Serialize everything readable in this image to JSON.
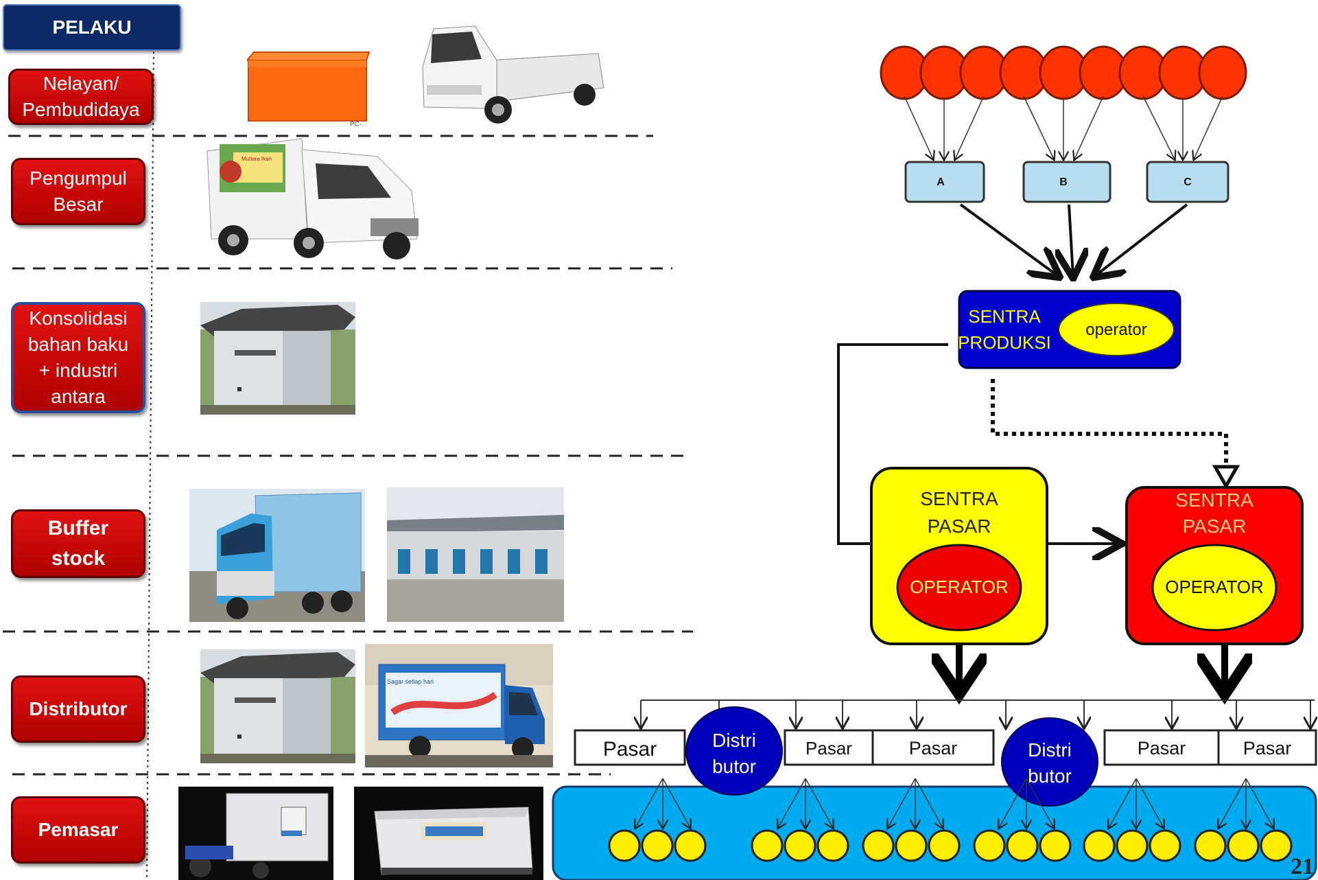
{
  "header": {
    "label": "PELAKU"
  },
  "actors": [
    {
      "label": "Nelayan/\nPembudidaya"
    },
    {
      "label": "Pengumpul\nBesar"
    },
    {
      "label": "Konsolidasi\nbahan baku\n+ industri\nantara"
    },
    {
      "label": "Buffer\nstock"
    },
    {
      "label": "Distributor"
    },
    {
      "label": "Pemasar"
    }
  ],
  "photos": {
    "cooler_label": "PC-",
    "truck_sign": "Mutiara Ikan",
    "truck_sign2": "Sagar setiap hari"
  },
  "diagram": {
    "collectors": [
      "A",
      "B",
      "C"
    ],
    "sentra_produksi": {
      "title_line1": "SENTRA",
      "title_line2": "PRODUKSI",
      "operator": "operator"
    },
    "sentra_pasar_left": {
      "title_line1": "SENTRA",
      "title_line2": "PASAR",
      "operator": "OPERATOR"
    },
    "sentra_pasar_right": {
      "title_line1": "SENTRA",
      "title_line2": "PASAR",
      "operator": "OPERATOR"
    },
    "markets": [
      "Pasar",
      "Pasar",
      "Pasar",
      "Pasar",
      "Pasar"
    ],
    "distributors": [
      {
        "line1": "Distri",
        "line2": "butor"
      },
      {
        "line1": "Distri",
        "line2": "butor"
      }
    ]
  },
  "colors": {
    "actor_red": "#cc0000",
    "header_navy": "#0b2a66",
    "producer_circle": "#ff3300",
    "collector_box": "#b8dff0",
    "sentra_produksi": "#0000cc",
    "operator_yellow": "#ffff00",
    "sentra_pasar_right": "#ff0000",
    "distributor_blue": "#0000bb",
    "market_water": "#00aaee",
    "consumer_yellow": "#ffee00"
  },
  "page_number": "21"
}
